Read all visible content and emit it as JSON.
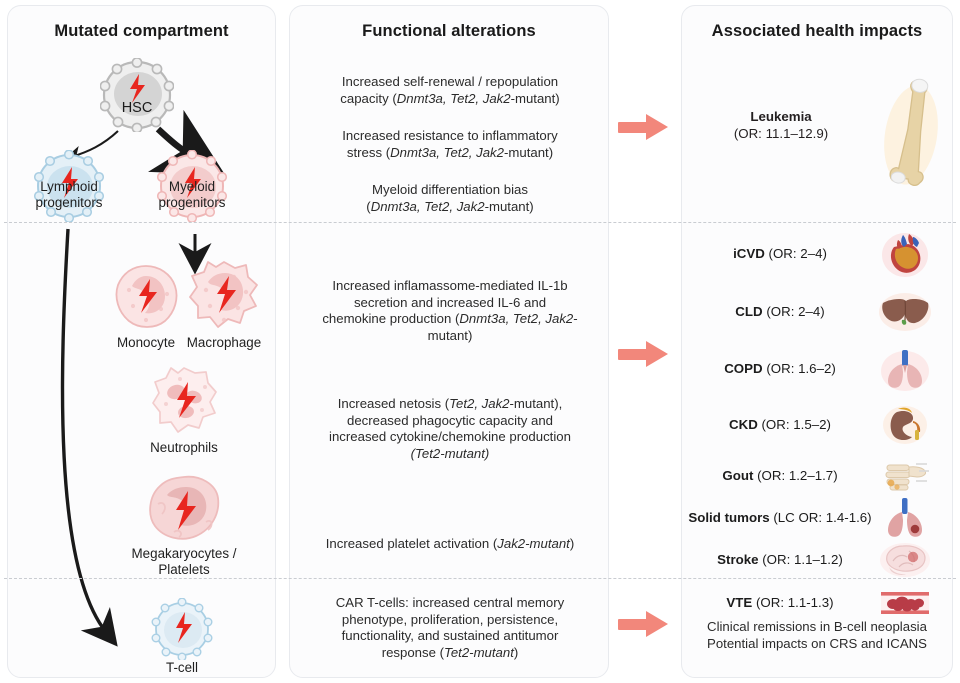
{
  "columns": {
    "left_title": "Mutated compartment",
    "mid_title": "Functional alterations",
    "right_title": "Associated health impacts"
  },
  "left_column": {
    "cells": [
      {
        "id": "hsc",
        "label": "HSC",
        "label_inside": true,
        "color": "grey"
      },
      {
        "id": "lymphoid-progenitors",
        "label": "Lymphoid\nprogenitors",
        "color": "blue"
      },
      {
        "id": "myeloid-progenitors",
        "label": "Myeloid\nprogenitors",
        "color": "red"
      },
      {
        "id": "monocyte",
        "label": "Monocyte",
        "color": "red"
      },
      {
        "id": "macrophage",
        "label": "Macrophage",
        "color": "red"
      },
      {
        "id": "neutrophils",
        "label": "Neutrophils",
        "color": "red"
      },
      {
        "id": "megakaryocytes",
        "label": "Megakaryocytes /\nPlatelets",
        "color": "red"
      },
      {
        "id": "t-cell",
        "label": "T-cell",
        "color": "blue"
      }
    ],
    "cell_labels": {
      "hsc": "HSC",
      "lymphoid_line1": "Lymphoid",
      "lymphoid_line2": "progenitors",
      "myeloid_line1": "Myeloid",
      "myeloid_line2": "progenitors",
      "monocyte": "Monocyte",
      "macrophage": "Macrophage",
      "neutrophils": "Neutrophils",
      "megakaryocytes_line1": "Megakaryocytes /",
      "megakaryocytes_line2": "Platelets",
      "tcell": "T-cell"
    }
  },
  "mid_column": {
    "blocks": [
      {
        "id": "self-renewal",
        "lines": [
          "Increased self-renewal / repopulation",
          "capacity (Dnmt3a, Tet2, Jak2-mutant)"
        ],
        "plain_1": "Increased self-renewal / repopulation",
        "plain_2_pre": "capacity (",
        "genes_2": "Dnmt3a, Tet2, Jak2",
        "plain_2_post": "-mutant)"
      },
      {
        "id": "inflammatory-resistance",
        "plain_1": "Increased resistance to inflammatory",
        "plain_2_pre": "stress (",
        "genes_2": "Dnmt3a, Tet2, Jak2",
        "plain_2_post": "-mutant)"
      },
      {
        "id": "myeloid-bias",
        "plain_1": "Myeloid differentiation bias",
        "plain_2_pre": "(",
        "genes_2": "Dnmt3a, Tet2, Jak2",
        "plain_2_post": "-mutant)"
      },
      {
        "id": "inflamassome",
        "plain_1": "Increased inflamassome-mediated IL-1b",
        "plain_2": "secretion and increased IL-6  and",
        "plain_3_pre": "chemokine production (",
        "genes_3": "Dnmt3a, Tet2, Jak2",
        "plain_3_post": "-",
        "plain_4": "mutant)"
      },
      {
        "id": "netosis",
        "plain_1_pre": "Increased netosis (",
        "genes_1": "Tet2, Jak2",
        "plain_1_post": "-mutant),",
        "plain_2": "decreased phagocytic capacity and",
        "plain_3": "increased cytokine/chemokine production",
        "genes_4": "(Tet2-mutant)"
      },
      {
        "id": "platelet-activation",
        "plain_1_pre": "Increased platelet activation (",
        "genes_1": "Jak2-mutant",
        "plain_1_post": ")"
      },
      {
        "id": "car-t-cells",
        "plain_1": "CAR T-cells: increased central memory",
        "plain_2": "phenotype, proliferation, persistence,",
        "plain_3": "functionality, and sustained antitumor",
        "plain_4_pre": "response  (",
        "genes_4": "Tet2-mutant",
        "plain_4_post": ")"
      }
    ]
  },
  "right_column": {
    "leukemia": {
      "name": "Leukemia",
      "or": "(OR: 11.1–12.9)",
      "icon": "bone-icon"
    },
    "impacts": [
      {
        "name": "iCVD",
        "or": " (OR: 2–4)",
        "icon": "heart-icon"
      },
      {
        "name": "CLD",
        "or": " (OR: 2–4)",
        "icon": "liver-icon"
      },
      {
        "name": "COPD",
        "or": " (OR: 1.6–2)",
        "icon": "lungs-icon"
      },
      {
        "name": "CKD",
        "or": " (OR: 1.5–2)",
        "icon": "kidney-icon"
      },
      {
        "name": "Gout",
        "or": " (OR: 1.2–1.7)",
        "icon": "hand-icon"
      },
      {
        "name": "Solid tumors",
        "or": " (LC OR: 1.4-1.6)",
        "icon": "lung-tumor-icon"
      },
      {
        "name": "Stroke",
        "or": " (OR: 1.1–1.2)",
        "icon": "brain-icon"
      },
      {
        "name": "VTE",
        "or": " (OR: 1.1-1.3)",
        "icon": "vessel-clot-icon"
      }
    ],
    "footer_line1": "Clinical remissions in B-cell neoplasia",
    "footer_line2": "Potential impacts on CRS and ICANS"
  },
  "arrows": {
    "count": 3,
    "color": "#f2877b",
    "names": [
      "arrow-to-leukemia",
      "arrow-to-chronic-disease",
      "arrow-to-car-t"
    ]
  },
  "colors": {
    "arrow_red": "#f2877b",
    "bolt_red": "#e8261f",
    "cell_red": "#f0b6b6",
    "cell_blue": "#bcd7e8",
    "cell_grey": "#d6d6d6",
    "divider": "#c9ccd1",
    "panel_border": "#e8eaee"
  }
}
